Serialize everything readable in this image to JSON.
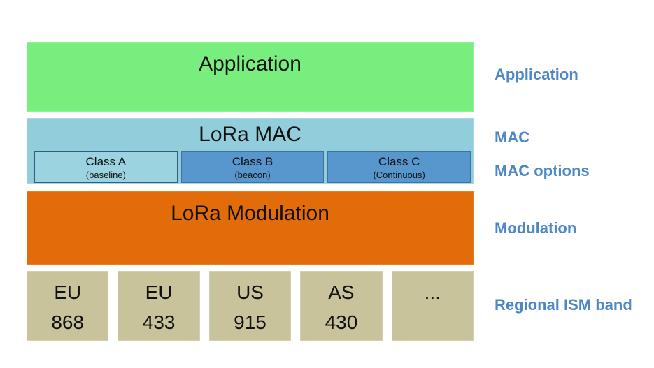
{
  "stack": {
    "application": {
      "label": "Application"
    },
    "mac": {
      "title": "LoRa MAC",
      "classes": [
        {
          "name": "Class A",
          "sub": "(baseline)"
        },
        {
          "name": "Class B",
          "sub": "(beacon)"
        },
        {
          "name": "Class C",
          "sub": "(Continuous)"
        }
      ]
    },
    "modulation": {
      "label": "LoRa Modulation"
    },
    "bands": [
      {
        "line1": "EU",
        "line2": "868"
      },
      {
        "line1": "EU",
        "line2": "433"
      },
      {
        "line1": "US",
        "line2": "915"
      },
      {
        "line1": "AS",
        "line2": "430"
      },
      {
        "line1": "...",
        "line2": ""
      }
    ]
  },
  "side_labels": [
    {
      "text": "Application"
    },
    {
      "text": "MAC"
    },
    {
      "text": "MAC options"
    },
    {
      "text": "Modulation"
    },
    {
      "text": "Regional ISM band"
    }
  ],
  "colors": {
    "application_green": "#77EE7E",
    "mac_light_blue": "#92CDDC",
    "class_a_fill": "#9CD3E0",
    "class_a_border": "#2E5E80",
    "class_bc_fill": "#5896CE",
    "class_bc_border": "#41719C",
    "modulation_orange": "#E36C0A",
    "band_tan": "#C9C39C",
    "side_label_blue": "#4E87C5",
    "block_text": "#111111"
  }
}
